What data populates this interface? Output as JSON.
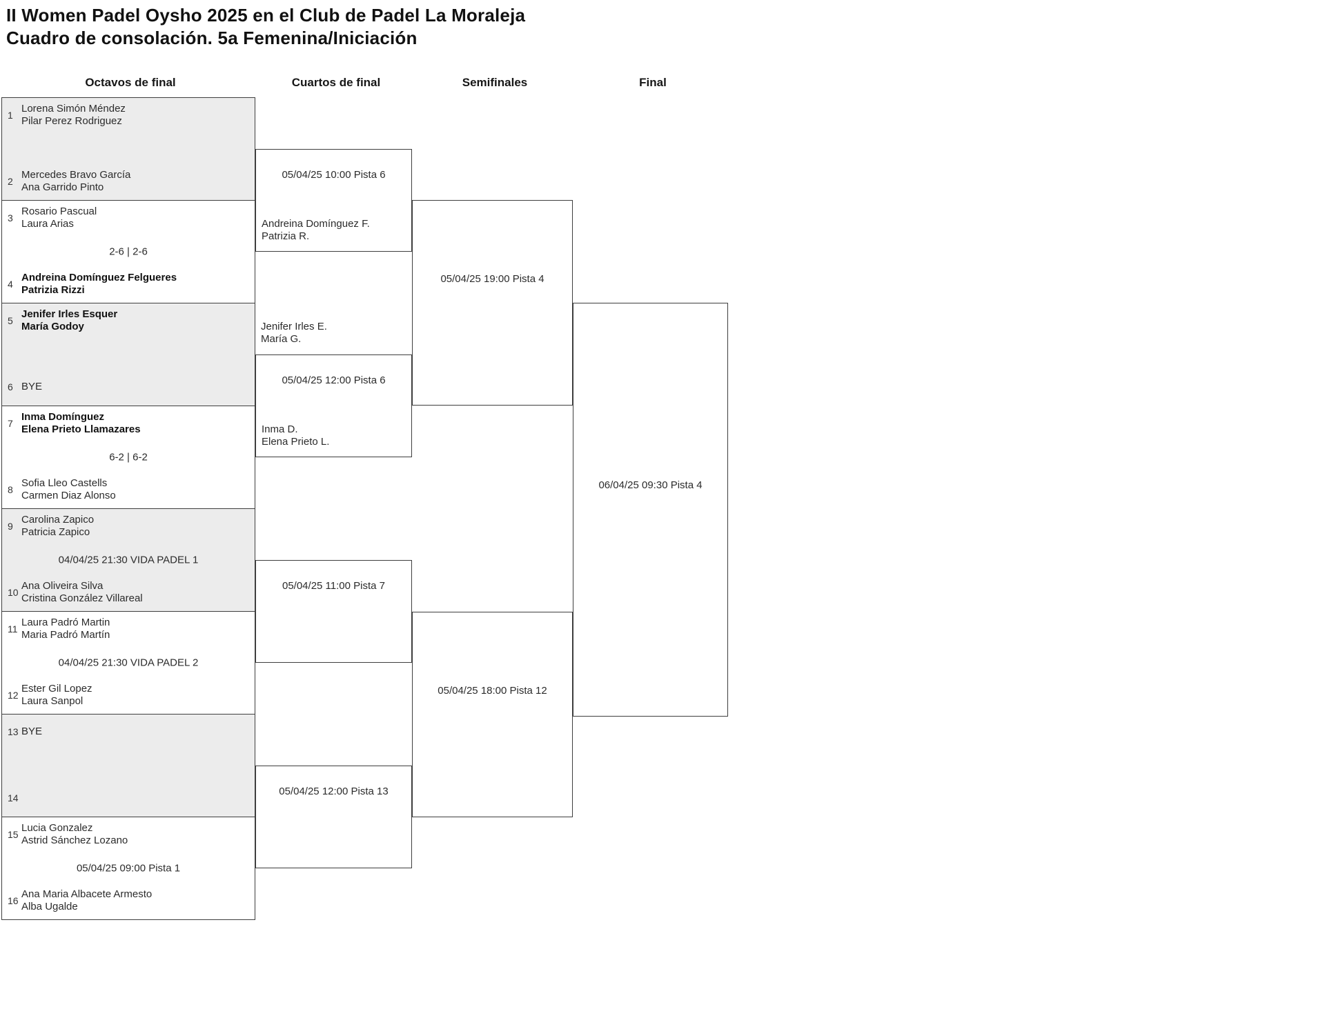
{
  "title": {
    "line1": "II Women Padel Oysho 2025 en el Club de Padel La Moraleja",
    "line2": "Cuadro de consolación. 5a Femenina/Iniciación"
  },
  "columns": [
    {
      "label": "Octavos de final"
    },
    {
      "label": "Cuartos de final"
    },
    {
      "label": "Semifinales"
    },
    {
      "label": "Final"
    }
  ],
  "colors": {
    "shaded_box": "#ececec",
    "border": "#3d3d3d",
    "text": "#2b2b2b"
  },
  "round_of_16": [
    {
      "shaded": true,
      "center_text": "",
      "top": {
        "seed": "1",
        "names": [
          "Lorena Simón Méndez",
          "Pilar Perez Rodriguez"
        ],
        "bold": false
      },
      "bottom": {
        "seed": "2",
        "names": [
          "Mercedes Bravo García",
          "Ana Garrido Pinto"
        ],
        "bold": false
      }
    },
    {
      "shaded": false,
      "center_text": "2-6 | 2-6",
      "top": {
        "seed": "3",
        "names": [
          "Rosario Pascual",
          "Laura Arias"
        ],
        "bold": false
      },
      "bottom": {
        "seed": "4",
        "names": [
          "Andreina Domínguez Felgueres",
          "Patrizia Rizzi"
        ],
        "bold": true
      }
    },
    {
      "shaded": true,
      "center_text": "",
      "top": {
        "seed": "5",
        "names": [
          "Jenifer Irles Esquer",
          "María Godoy"
        ],
        "bold": true
      },
      "bottom": {
        "seed": "6",
        "names": [
          "BYE"
        ],
        "bold": false
      }
    },
    {
      "shaded": false,
      "center_text": "6-2 | 6-2",
      "top": {
        "seed": "7",
        "names": [
          "Inma Domínguez",
          "Elena Prieto Llamazares"
        ],
        "bold": true
      },
      "bottom": {
        "seed": "8",
        "names": [
          "Sofia Lleo Castells",
          "Carmen Diaz Alonso"
        ],
        "bold": false
      }
    },
    {
      "shaded": true,
      "center_text": "04/04/25 21:30 VIDA PADEL 1",
      "top": {
        "seed": "9",
        "names": [
          "Carolina Zapico",
          "Patricia Zapico"
        ],
        "bold": false
      },
      "bottom": {
        "seed": "10",
        "names": [
          "Ana Oliveira Silva",
          "Cristina González Villareal"
        ],
        "bold": false
      }
    },
    {
      "shaded": false,
      "center_text": "04/04/25 21:30 VIDA PADEL 2",
      "top": {
        "seed": "11",
        "names": [
          "Laura Padró Martin",
          "Maria Padró Martín"
        ],
        "bold": false
      },
      "bottom": {
        "seed": "12",
        "names": [
          "Ester Gil Lopez",
          "Laura Sanpol"
        ],
        "bold": false
      }
    },
    {
      "shaded": true,
      "center_text": "",
      "top": {
        "seed": "13",
        "names": [
          "BYE"
        ],
        "bold": false
      },
      "bottom": {
        "seed": "14",
        "names": [],
        "bold": false
      }
    },
    {
      "shaded": false,
      "center_text": "05/04/25 09:00 Pista 1",
      "top": {
        "seed": "15",
        "names": [
          "Lucia Gonzalez",
          "Astrid Sánchez Lozano"
        ],
        "bold": false
      },
      "bottom": {
        "seed": "16",
        "names": [
          "Ana Maria Albacete Armesto",
          "Alba Ugalde"
        ],
        "bold": false
      }
    }
  ],
  "quarterfinals": [
    {
      "schedule": "05/04/25 10:00 Pista 6",
      "top_winner": [],
      "bottom_winner": [
        "Andreina Domínguez F.",
        "Patrizia R."
      ]
    },
    {
      "schedule": "05/04/25 12:00 Pista 6",
      "top_winner": [
        "Jenifer Irles E.",
        "María G."
      ],
      "bottom_winner": [
        "Inma D.",
        "Elena Prieto L."
      ]
    },
    {
      "schedule": "05/04/25 11:00 Pista 7",
      "top_winner": [],
      "bottom_winner": []
    },
    {
      "schedule": "05/04/25 12:00 Pista 13",
      "top_winner": [],
      "bottom_winner": []
    }
  ],
  "semifinals": [
    {
      "schedule": "05/04/25 19:00 Pista 4"
    },
    {
      "schedule": "05/04/25 18:00 Pista 12"
    }
  ],
  "final": {
    "schedule": "06/04/25 09:30 Pista 4"
  }
}
